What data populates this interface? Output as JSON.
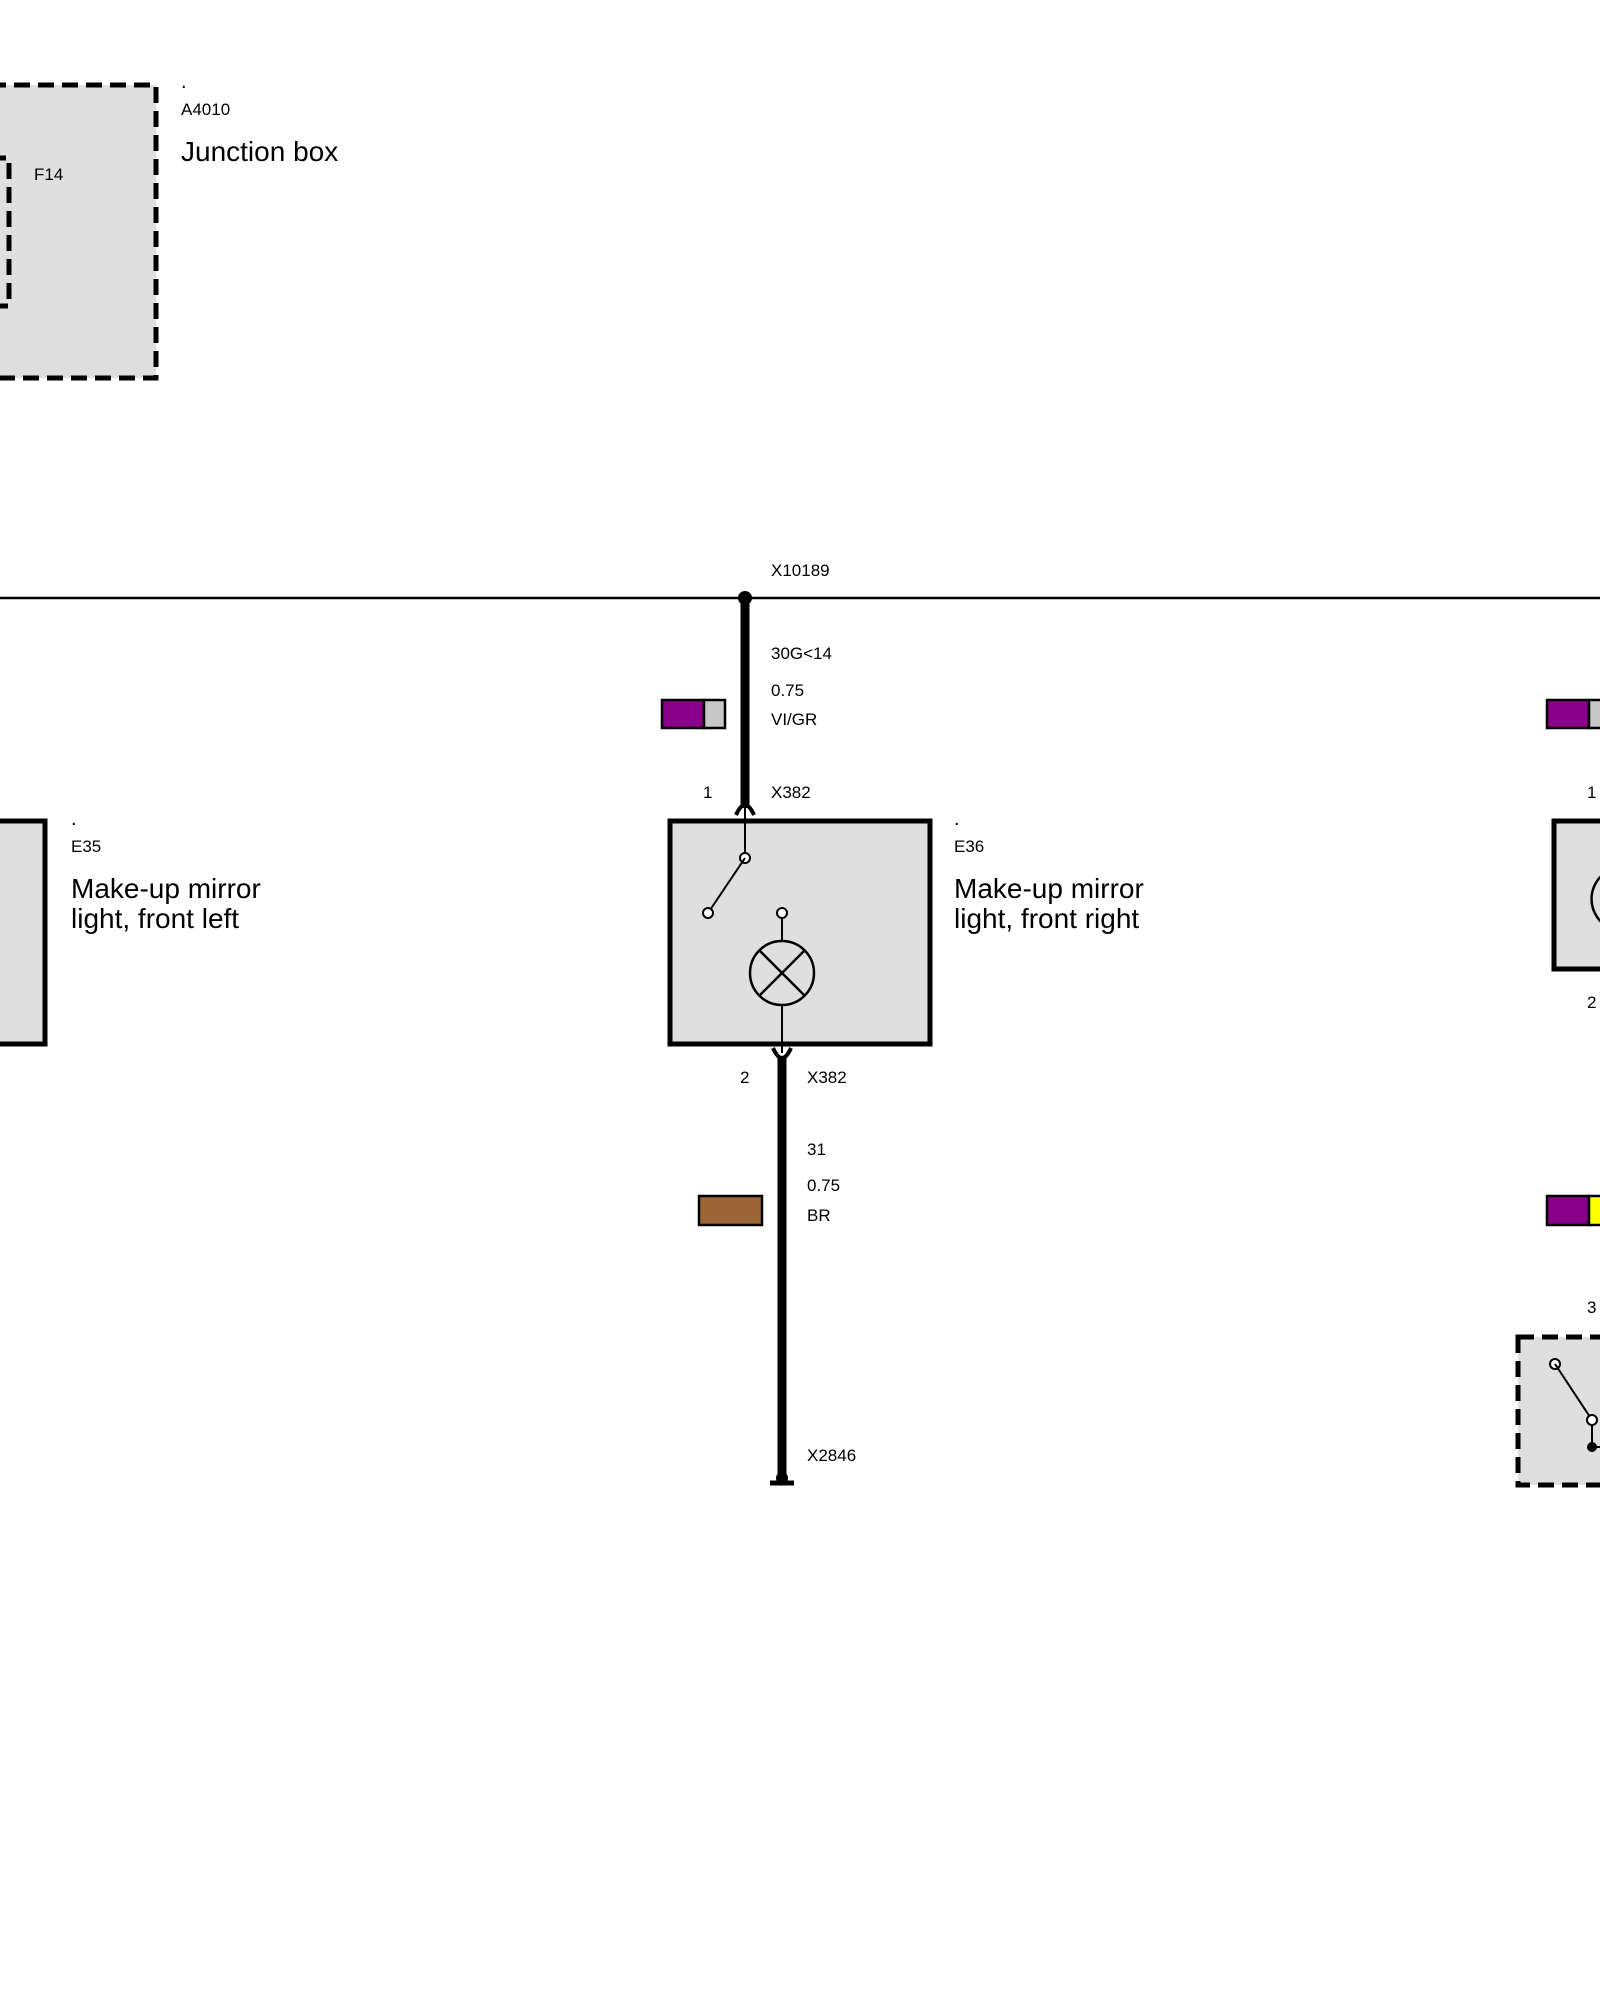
{
  "colors": {
    "component_fill": "#dfdfdf",
    "violet": "#8b008b",
    "grey": "#c8c8c8",
    "brown": "#9c6535",
    "yellow": "#ffff00"
  },
  "junction_box": {
    "dot": ".",
    "code": "A4010",
    "name": "Junction box",
    "fuse": "F14"
  },
  "bus": {
    "connector": "X10189"
  },
  "wire_top": {
    "circuit": "30G<14",
    "gauge": "0.75",
    "color": "VI/GR"
  },
  "wire_bottom": {
    "circuit": "31",
    "gauge": "0.75",
    "color": "BR"
  },
  "left_component": {
    "dot": ".",
    "code": "E35",
    "name_line1": "Make-up mirror",
    "name_line2": "light, front left"
  },
  "center_component": {
    "dot": ".",
    "code": "E36",
    "name_line1": "Make-up mirror",
    "name_line2": "light, front right",
    "pin_top": "1",
    "pin_bottom": "2",
    "connector_top": "X382",
    "connector_bottom": "X382"
  },
  "ground": {
    "connector": "X2846"
  },
  "right_partial": {
    "pin_top": "1",
    "pin_bottom": "2",
    "pin_switch": "3"
  }
}
